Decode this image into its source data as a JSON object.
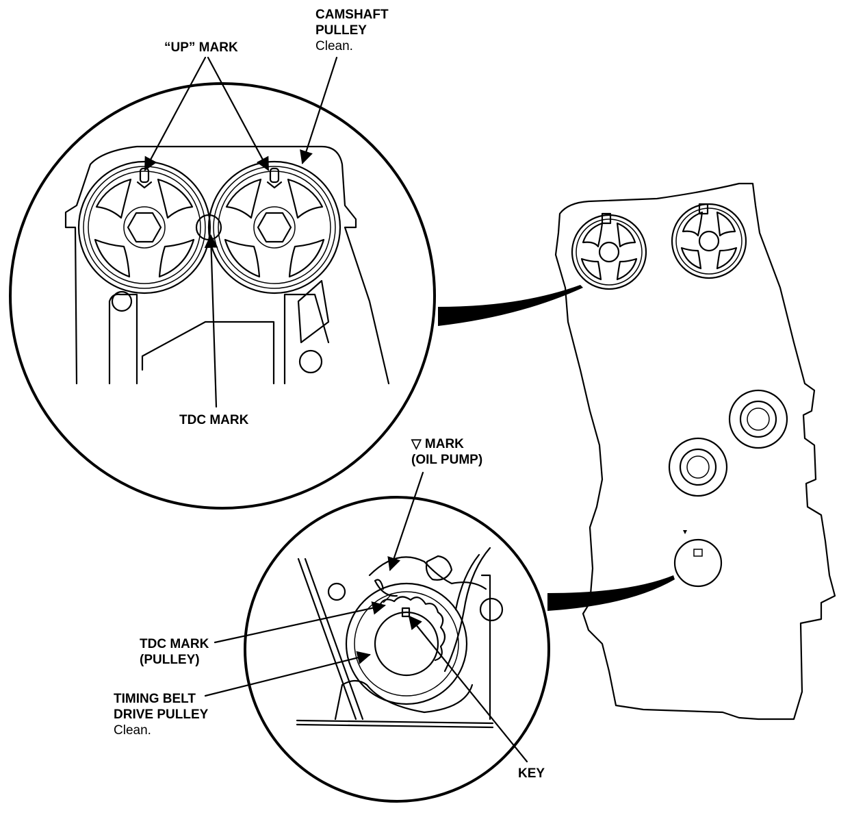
{
  "labels": {
    "camshaft_pulley": {
      "line1": "CAMSHAFT",
      "line2": "PULLEY",
      "note": "Clean."
    },
    "up_mark": "“UP” MARK",
    "tdc_mark_cam": "TDC MARK",
    "oil_pump_mark": {
      "line1": "▽ MARK",
      "line2": "(OIL PUMP)"
    },
    "tdc_mark_pulley": {
      "line1": "TDC MARK",
      "line2": "(PULLEY)"
    },
    "timing_belt_drive_pulley": {
      "line1": "TIMING BELT",
      "line2": "DRIVE PULLEY",
      "note": "Clean."
    },
    "key": "KEY"
  },
  "icons": [
    "camshaft-pulley-left-icon",
    "camshaft-pulley-right-icon",
    "crank-pulley-icon",
    "engine-block-icon",
    "arrow-icon"
  ]
}
